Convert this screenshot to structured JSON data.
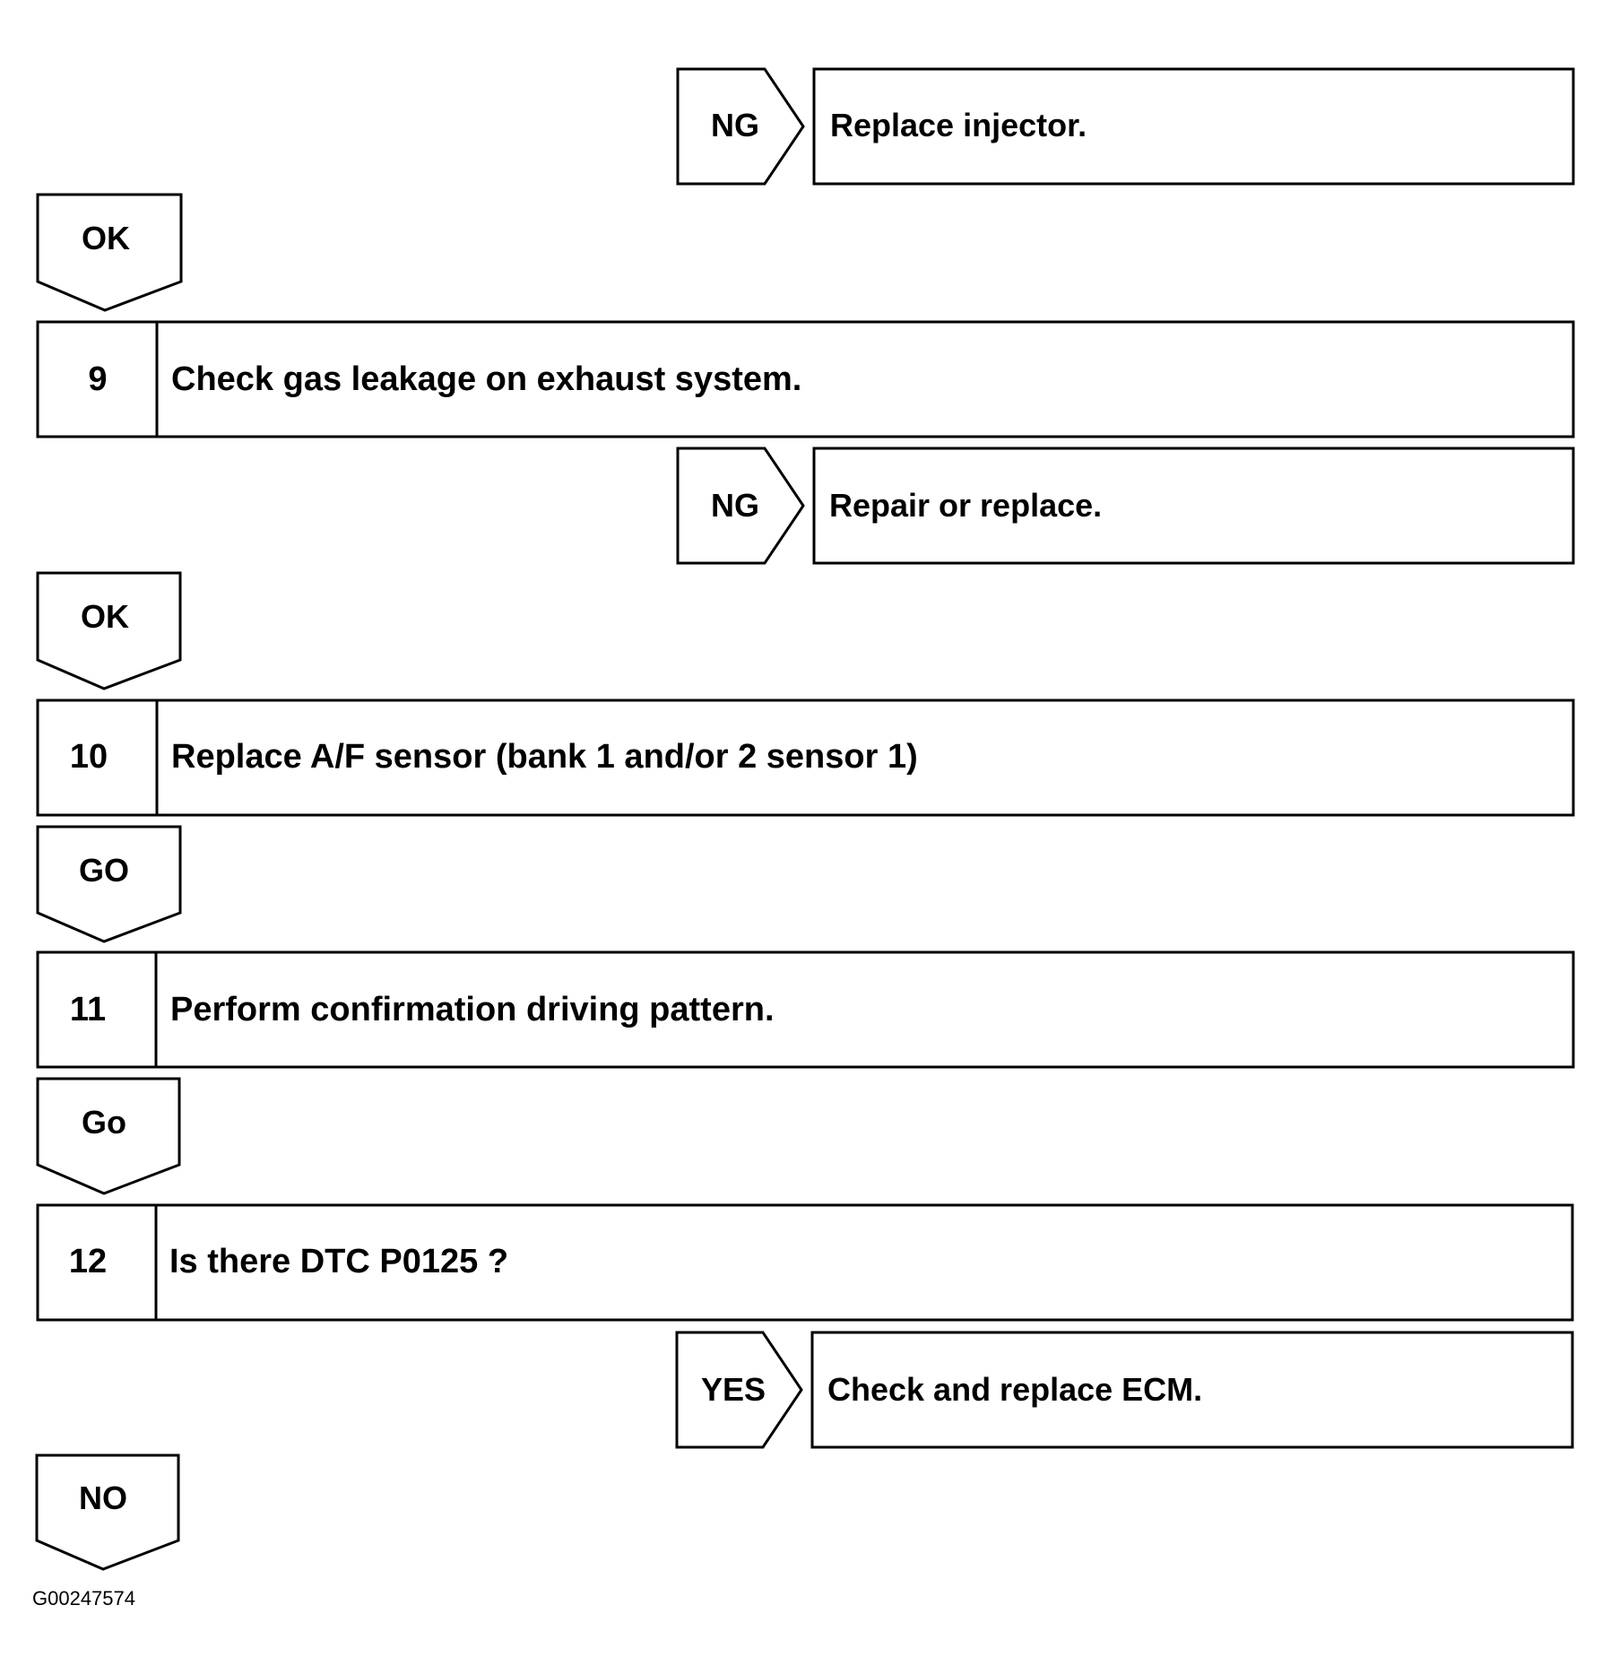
{
  "branches": {
    "ng_injector": {
      "label": "NG",
      "result": "Replace injector."
    },
    "ng_exhaust": {
      "label": "NG",
      "result": "Repair or replace."
    },
    "yes_dtc": {
      "label": "YES",
      "result": "Check and replace ECM."
    }
  },
  "arrows": {
    "ok_1": "OK",
    "ok_2": "OK",
    "go_1": "GO",
    "go_2": "Go",
    "no_1": "NO"
  },
  "steps": [
    {
      "num": "9",
      "text": "Check gas leakage on exhaust system."
    },
    {
      "num": "10",
      "text": "Replace A/F sensor (bank 1 and/or 2 sensor 1)"
    },
    {
      "num": "11",
      "text": "Perform confirmation driving pattern."
    },
    {
      "num": "12",
      "text": "Is there DTC P0125 ?"
    }
  ],
  "figure_code": "G00247574"
}
